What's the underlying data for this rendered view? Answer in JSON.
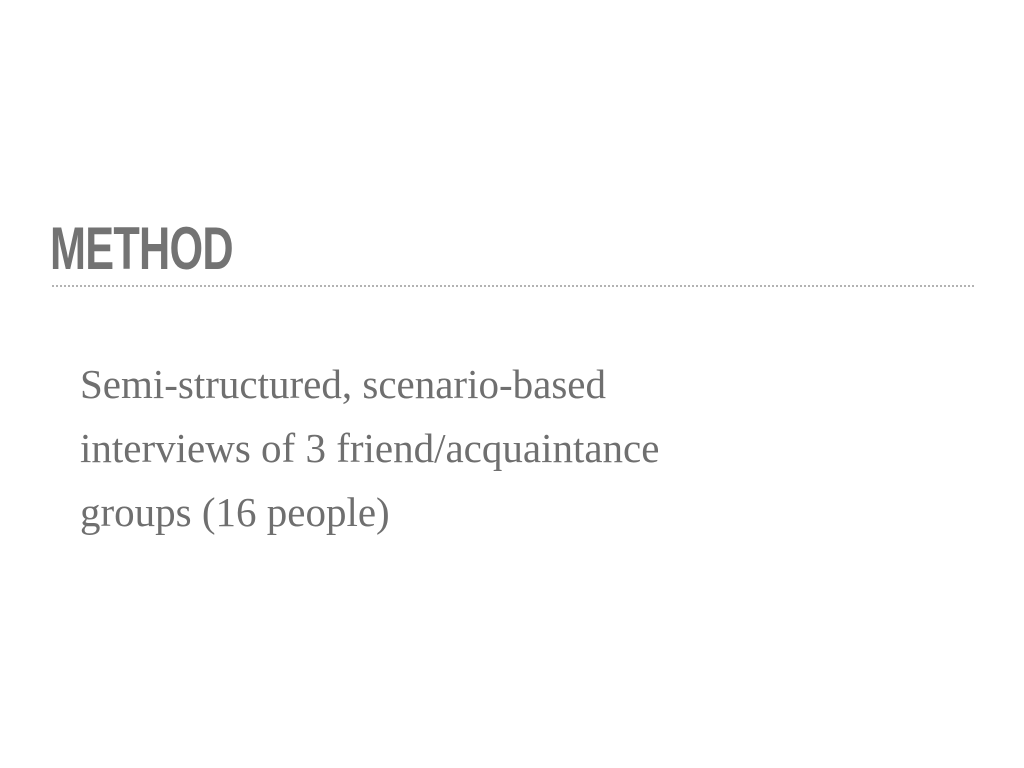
{
  "slide": {
    "title": "METHOD",
    "body_lines": [
      "Semi-structured, scenario-based",
      "interviews of 3 friend/acquaintance",
      "groups (16 people)"
    ]
  },
  "colors": {
    "background": "#ffffff",
    "title": "#737373",
    "body": "#6f6f6f",
    "rule": "#b3b3b3"
  }
}
